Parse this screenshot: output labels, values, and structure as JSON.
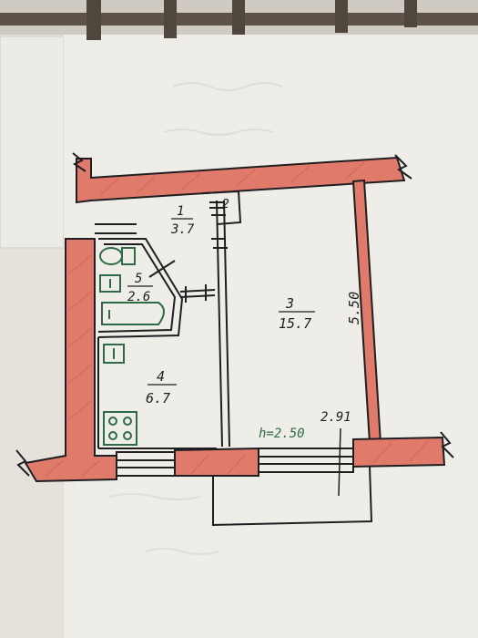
{
  "plan": {
    "rooms": [
      {
        "number": "1",
        "area": "3.7"
      },
      {
        "number": "2",
        "area": ""
      },
      {
        "number": "3",
        "area": "15.7"
      },
      {
        "number": "4",
        "area": "6.7"
      },
      {
        "number": "5",
        "area": "2.6"
      }
    ],
    "dimensions": {
      "room3_height": "5.50",
      "room3_width": "2.91",
      "ceiling_height": "h=2.50"
    }
  },
  "colors": {
    "wall_fill": "#e07a6a",
    "ink": "#1f1f22",
    "fixtures": "#2f6a46",
    "paper": "#ecebe5"
  }
}
